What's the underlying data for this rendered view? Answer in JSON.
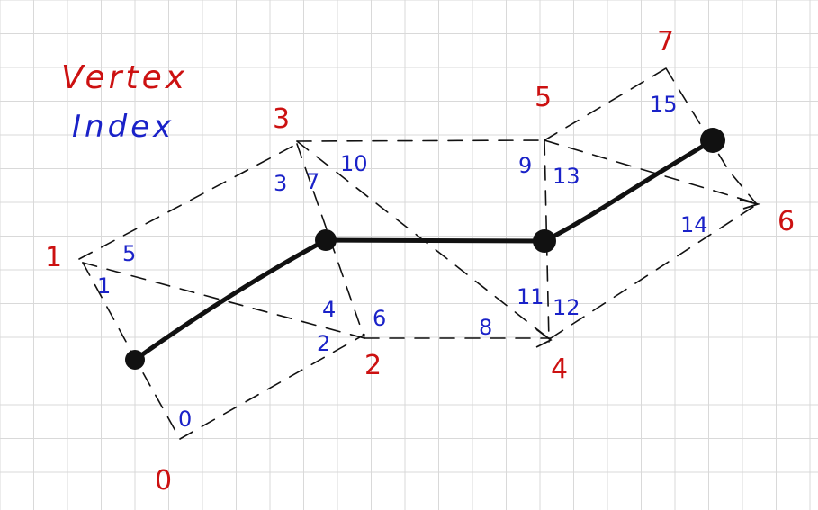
{
  "legend": {
    "vertex_label": "Vertex",
    "index_label": "Index"
  },
  "colors": {
    "grid": "#d9d9d9",
    "vertex": "#cc1111",
    "index": "#1a22c8",
    "line": "#111111"
  },
  "vertices": [
    {
      "id": "0",
      "label": "0"
    },
    {
      "id": "1",
      "label": "1"
    },
    {
      "id": "2",
      "label": "2"
    },
    {
      "id": "3",
      "label": "3"
    },
    {
      "id": "4",
      "label": "4"
    },
    {
      "id": "5",
      "label": "5"
    },
    {
      "id": "6",
      "label": "6"
    },
    {
      "id": "7",
      "label": "7"
    }
  ],
  "indices": [
    "0",
    "1",
    "2",
    "3",
    "4",
    "5",
    "6",
    "7",
    "8",
    "9",
    "10",
    "11",
    "12",
    "13",
    "14",
    "15"
  ],
  "polyline": {
    "node_count": 4
  }
}
